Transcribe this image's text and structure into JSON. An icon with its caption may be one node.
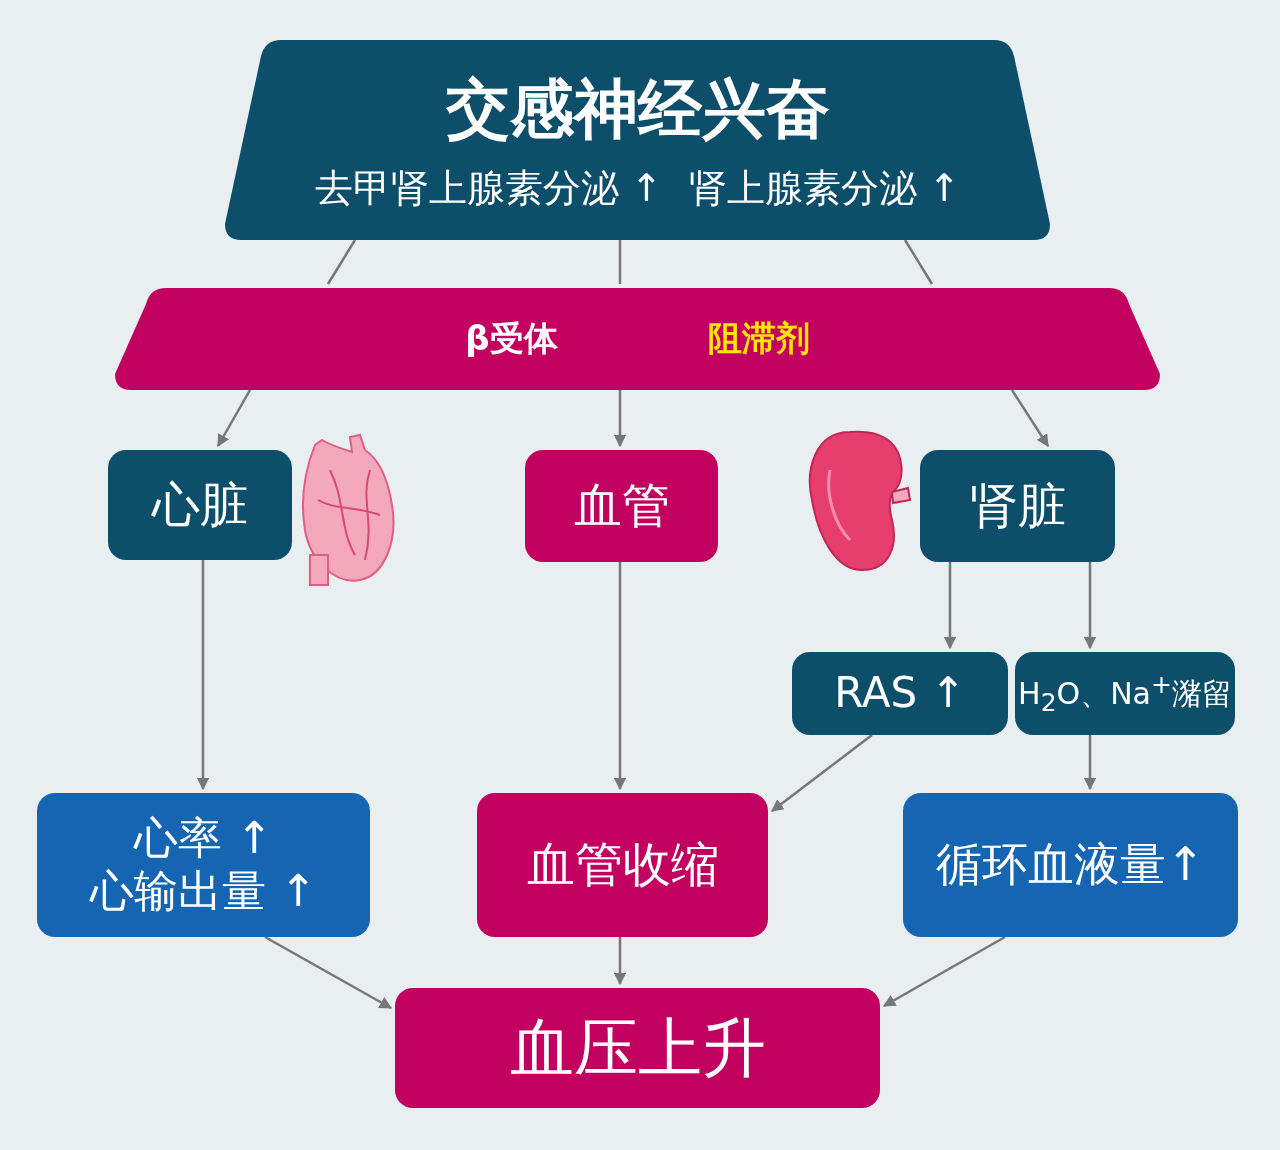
{
  "diagram": {
    "nodes": [
      {
        "text": [
          "交感神经兴奋",
          "去甲肾上腺素分泌 ↑",
          "肾上腺素分泌 ↑"
        ]
      },
      {
        "text": [
          "β受体",
          "阻滞剂"
        ]
      },
      {
        "text": [
          "心脏"
        ]
      },
      {
        "text": [
          "血管"
        ]
      },
      {
        "text": [
          "肾脏"
        ]
      },
      {
        "text": [
          "RAS ↑"
        ]
      },
      {
        "text": [
          "H$_{2}$O、Na$^{+}$潴留"
        ]
      },
      {
        "text": [
          "心率 ↑",
          "心输出量 ↑"
        ]
      },
      {
        "text": [
          "血管收缩"
        ]
      },
      {
        "text": [
          "循环血液量↑"
        ]
      },
      {
        "text": [
          "血压上升"
        ]
      }
    ],
    "edges": [
      {
        "from": 0,
        "to": 1,
        "arrow": "none"
      },
      {
        "from": 0,
        "to": 1,
        "arrow": "none"
      },
      {
        "from": 0,
        "to": 1,
        "arrow": "none"
      },
      {
        "from": 1,
        "to": 2,
        "arrow": "to"
      },
      {
        "from": 1,
        "to": 3,
        "arrow": "to"
      },
      {
        "from": 1,
        "to": 4,
        "arrow": "to"
      },
      {
        "from": 4,
        "to": 5,
        "arrow": "to"
      },
      {
        "from": 4,
        "to": 6,
        "arrow": "to"
      },
      {
        "from": 2,
        "to": 7,
        "arrow": "to"
      },
      {
        "from": 3,
        "to": 8,
        "arrow": "to"
      },
      {
        "from": 5,
        "to": 8,
        "arrow": "to"
      },
      {
        "from": 6,
        "to": 9,
        "arrow": "to"
      },
      {
        "from": 7,
        "to": 10,
        "arrow": "to"
      },
      {
        "from": 8,
        "to": 10,
        "arrow": "to"
      },
      {
        "from": 9,
        "to": 10,
        "arrow": "to"
      }
    ]
  }
}
